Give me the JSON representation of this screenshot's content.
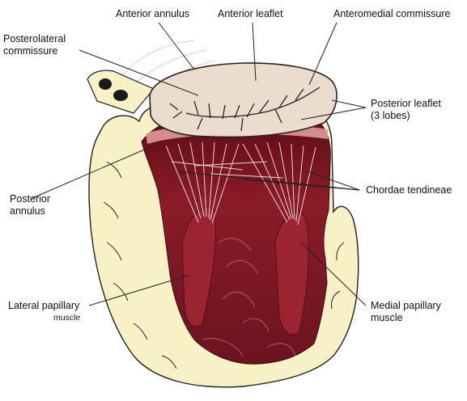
{
  "labels": {
    "anterior_annulus": "Anterior annulus",
    "anterior_leaflet": "Anterior leaflet",
    "anteromedial_commissure": "Anteromedial commissure",
    "posterolateral_commissure_l1": "Posterolateral",
    "posterolateral_commissure_l2": "commissure",
    "posterior_leaflet_l1": "Posterior leaflet",
    "posterior_leaflet_l2": "(3 lobes)",
    "posterior_annulus_l1": "Posterior",
    "posterior_annulus_l2": "annulus",
    "chordae_tendineae": "Chordae tendineae",
    "lateral_papillary_l1": "Lateral papillary",
    "lateral_papillary_l2": "muscle",
    "medial_papillary_l1": "Medial papillary",
    "medial_papillary_l2": "muscle"
  },
  "colors": {
    "wall": "#f8f1c6",
    "wall_outline": "#222222",
    "cavity": "#7a1622",
    "cavity_dark": "#4a0a12",
    "chordae": "#f1c9c4",
    "leaflet": "#ecdccd",
    "leaflet_outline": "#222222",
    "leader": "#222222"
  }
}
